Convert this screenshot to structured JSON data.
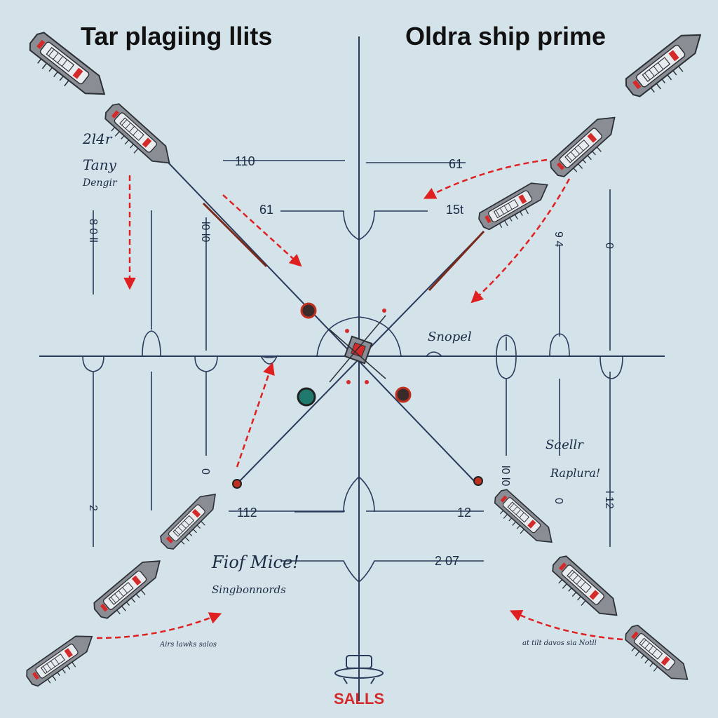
{
  "titles": {
    "left": "Tar plagiing llits",
    "right": "Oldra ship prime"
  },
  "labels": {
    "top_left_num": "110",
    "top_right_num": "61",
    "mid_left_num": "61",
    "mid_right_num": "15t",
    "bottom_left_num": "112",
    "bottom_right_num": "12",
    "lower_right_num": "2 07",
    "v_left_1": "8 0 ll",
    "v_left_2": "l0 l0",
    "v_right_1": "9 4",
    "v_right_2": "0",
    "v_left_low": "2",
    "v_right_low_1": "l0 l0",
    "v_right_low_2": "0",
    "v_right_low_3": "l 12",
    "v_left_mid_low": "0"
  },
  "notes": {
    "tl_1": "2l4r",
    "tl_2": "Tany",
    "tl_3": "Dengir",
    "center_right": "Snopel",
    "right_1": "Saellr",
    "right_2": "Raplura!",
    "bl_1": "Fiof Mice!",
    "bl_2": "Singbonnords",
    "bl_small": "Airs lawks salos",
    "br_small": "at tilt davos sia Notll"
  },
  "brand": "SALLS",
  "colors": {
    "background": "#d4e3ea",
    "line": "#2a3a5a",
    "accent": "#e02020",
    "ship_body": "#8a8e94",
    "node_teal": "#1f7a6d"
  },
  "icons": [
    "ship-icon",
    "arrow-icon",
    "node-icon",
    "ship-emblem-icon"
  ]
}
